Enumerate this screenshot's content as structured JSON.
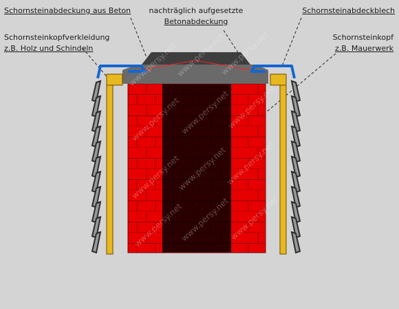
{
  "labels": {
    "concrete_cap": "Schornsteinabdeckung aus Beton",
    "retro_line1": "nachträglich aufgesetzte",
    "retro_line2": "Betonabdeckung",
    "sheet_metal": "Schornsteinabdeckblech",
    "cladding_line1": "Schornsteinkopfverkleidung",
    "cladding_line2": "z.B. Holz und Schindeln",
    "masonry_line1": "Schornsteinkopf",
    "masonry_line2": "z.B. Mauerwerk"
  },
  "watermark": "www.persy.net",
  "colors": {
    "background": "#d4d4d4",
    "brick": "#e60000",
    "flue": "#2a0000",
    "concrete": "#5a5a5a",
    "metal": "#1466d2",
    "timber": "#e8b820"
  }
}
